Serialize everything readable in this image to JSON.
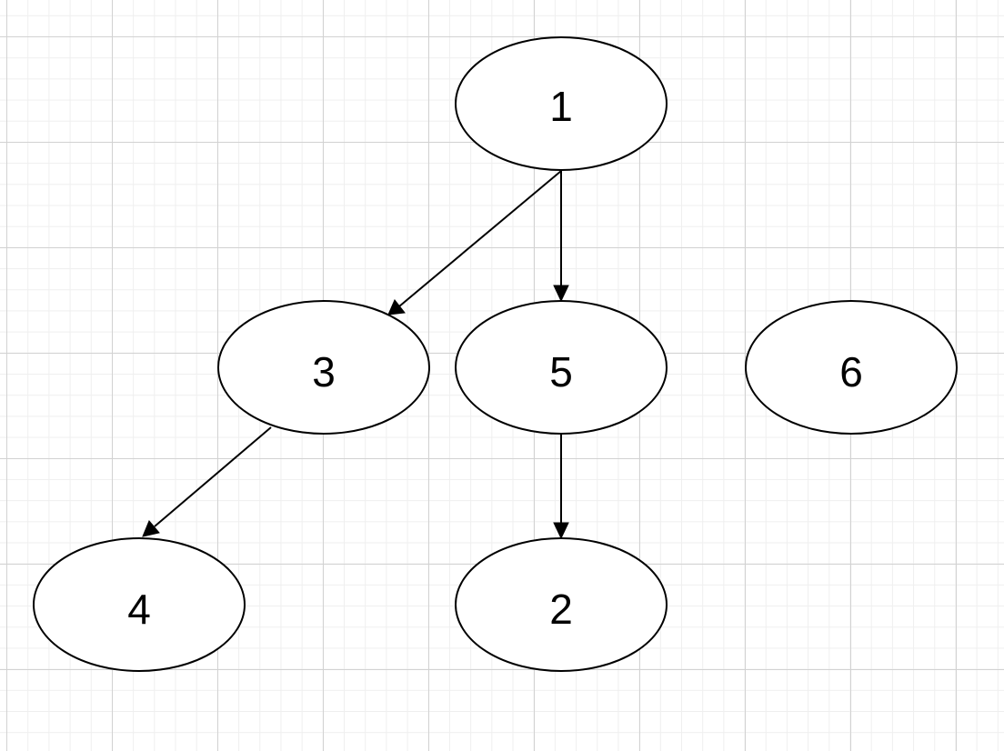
{
  "diagram": {
    "nodes": [
      {
        "id": "1",
        "label": "1"
      },
      {
        "id": "3",
        "label": "3"
      },
      {
        "id": "5",
        "label": "5"
      },
      {
        "id": "6",
        "label": "6"
      },
      {
        "id": "4",
        "label": "4"
      },
      {
        "id": "2",
        "label": "2"
      }
    ],
    "edges": [
      {
        "from": "1",
        "to": "3"
      },
      {
        "from": "1",
        "to": "5"
      },
      {
        "from": "3",
        "to": "4"
      },
      {
        "from": "5",
        "to": "2"
      }
    ],
    "colors": {
      "stroke": "#000000",
      "node_fill": "#ffffff",
      "grid_major": "#d2d2d2",
      "grid_minor": "#efefef"
    }
  }
}
